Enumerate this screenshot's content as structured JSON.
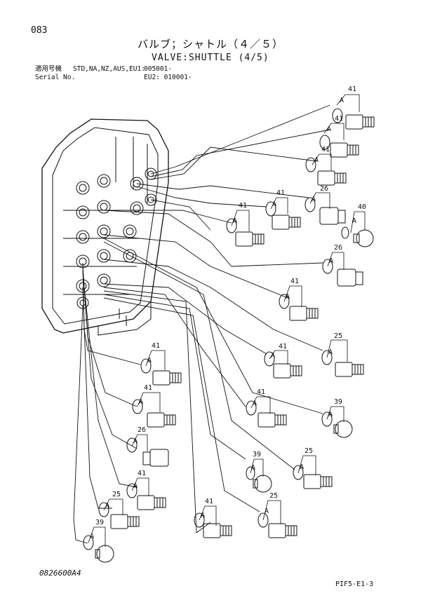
{
  "header": {
    "page_number": "083",
    "title_jp": "バルブ；シャトル（４／５）",
    "title_en": "VALVE:SHUTTLE (4/5)",
    "serial_label_jp": "適用号機",
    "serial_label_en": "Serial No.",
    "serial_models": "STD,NA,NZ,AUS,EU1:",
    "serial_eu1": "005001-",
    "serial_eu2": "EU2: 010001-"
  },
  "footer": {
    "drawing_number": "0826600A4",
    "page_code": "PIF5-E1-3"
  },
  "callouts": {
    "part_41": "41",
    "part_40": "40",
    "part_39": "39",
    "part_26": "26",
    "part_25": "25",
    "o_ring": "A"
  },
  "colors": {
    "ink": "#111111",
    "paper": "#ffffff"
  }
}
